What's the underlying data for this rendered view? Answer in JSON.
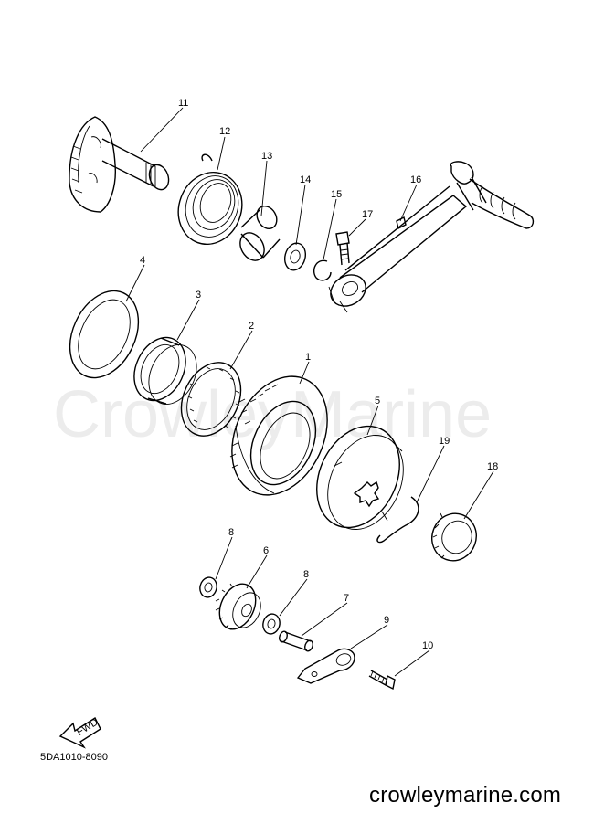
{
  "watermark": "CrowleyMarine",
  "diagram_code": "5DA1010-8090",
  "site_name": "crowleymarine.com",
  "fwd_label": "FWD",
  "callouts": [
    "1",
    "2",
    "3",
    "4",
    "5",
    "6",
    "7",
    "8",
    "8",
    "9",
    "10",
    "11",
    "12",
    "13",
    "14",
    "15",
    "16",
    "17",
    "18",
    "19"
  ]
}
